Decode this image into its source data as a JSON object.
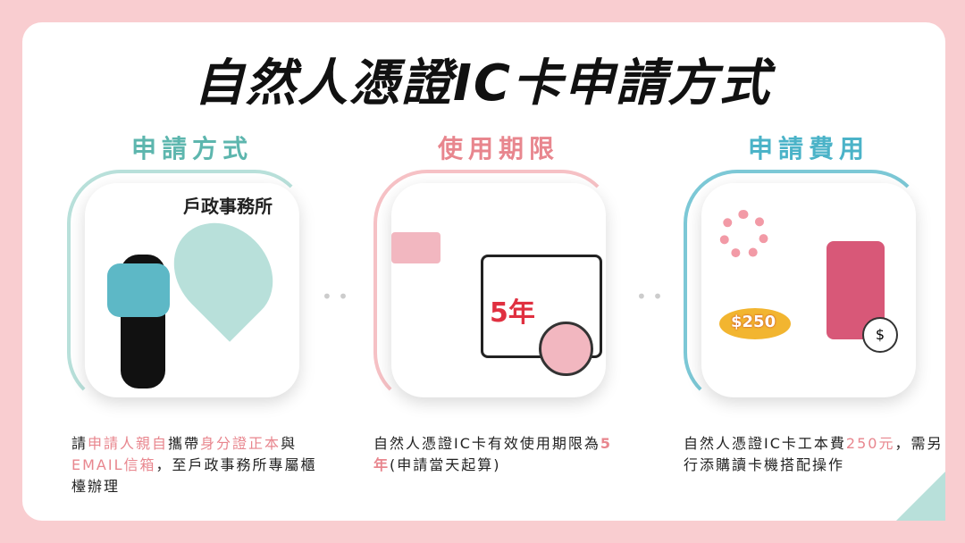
{
  "title": "自然人憑證IC卡申請方式",
  "colors": {
    "teal": "#5db6ae",
    "pink": "#e8868e",
    "blue": "#4bb3c8",
    "background": "#f9cdd0"
  },
  "sections": [
    {
      "heading": "申請方式",
      "illustration_label": "戶政事務所",
      "desc": {
        "p1": "請",
        "h1": "申請人親自",
        "p2": "攜帶",
        "h2": "身分證正本",
        "p3": "與",
        "h3": "EMAIL信箱",
        "p4": "，至戶政事務所專屬櫃檯辦理"
      }
    },
    {
      "heading": "使用期限",
      "illustration_label": "5年",
      "desc": {
        "p1": "自然人憑證IC卡有效使用期限為",
        "h1": "5年",
        "p2": "(申請當天起算)"
      }
    },
    {
      "heading": "申請費用",
      "illustration_label": "$250",
      "desc": {
        "p1": "自然人憑證IC卡工本費",
        "h1": "250元",
        "p2": "，需另行添購讀卡機搭配操作"
      }
    }
  ]
}
